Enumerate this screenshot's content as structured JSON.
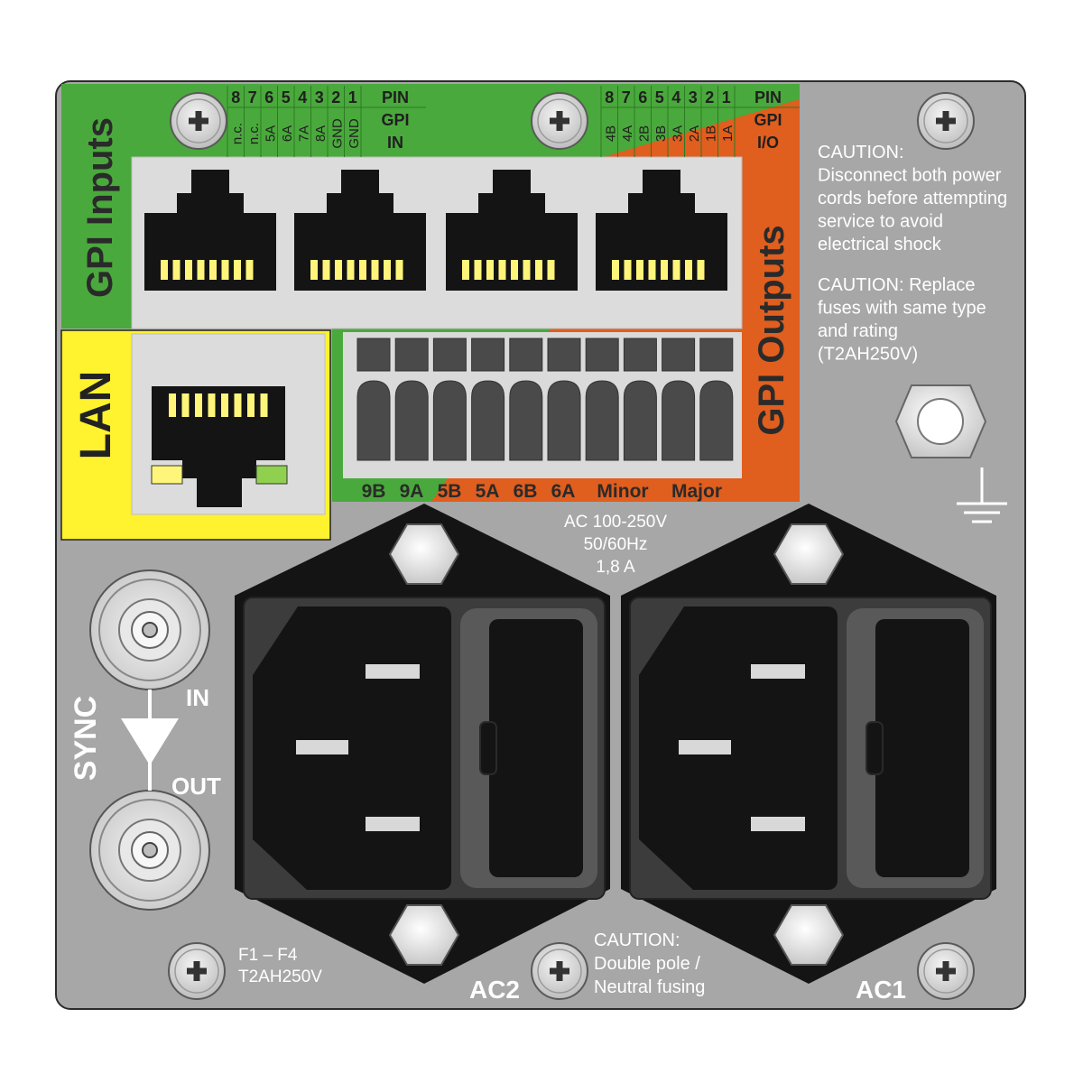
{
  "gpi_inputs": {
    "section_label": "GPI Inputs",
    "pin_header": "PIN",
    "func_header_1": "GPI",
    "func_header_2": "IN",
    "pins": [
      "8",
      "7",
      "6",
      "5",
      "4",
      "3",
      "2",
      "1"
    ],
    "functions": [
      "n.c.",
      "n.c.",
      "5A",
      "6A",
      "7A",
      "8A",
      "GND",
      "GND"
    ]
  },
  "gpi_outputs": {
    "section_label": "GPI Outputs",
    "pin_header": "PIN",
    "func_header_1": "GPI",
    "func_header_2": "I/O",
    "pins": [
      "8",
      "7",
      "6",
      "5",
      "4",
      "3",
      "2",
      "1"
    ],
    "functions": [
      "4B",
      "4A",
      "2B",
      "3B",
      "3A",
      "2A",
      "1B",
      "1A"
    ]
  },
  "lan": {
    "label": "LAN"
  },
  "terminal_block": {
    "labels": [
      "9B",
      "9A",
      "5B",
      "5A",
      "6B",
      "6A",
      "Minor",
      "Major"
    ]
  },
  "caution_power": {
    "lines": [
      "CAUTION:",
      "Disconnect both power",
      "cords before attempting",
      "service to avoid",
      "electrical shock"
    ]
  },
  "caution_fuse": {
    "lines": [
      "CAUTION: Replace",
      "fuses with same type",
      "and rating",
      "(T2AH250V)"
    ]
  },
  "power_rating": {
    "lines": [
      "AC 100-250V",
      "50/60Hz",
      "1,8 A"
    ]
  },
  "sync": {
    "label": "SYNC",
    "in_label": "IN",
    "out_label": "OUT"
  },
  "fuse_info": {
    "lines": [
      "F1 – F4",
      "T2AH250V"
    ]
  },
  "caution_fusing": {
    "lines": [
      "CAUTION:",
      "Double pole /",
      "Neutral fusing"
    ]
  },
  "ac_inlets": {
    "left_label": "AC2",
    "right_label": "AC1"
  },
  "colors": {
    "panel": "#a7a7a7",
    "green": "#4aa93c",
    "orange": "#e05e1e",
    "yellow": "#fff22e",
    "connector_black": "#141414",
    "contact_yellow": "#fff57a"
  }
}
